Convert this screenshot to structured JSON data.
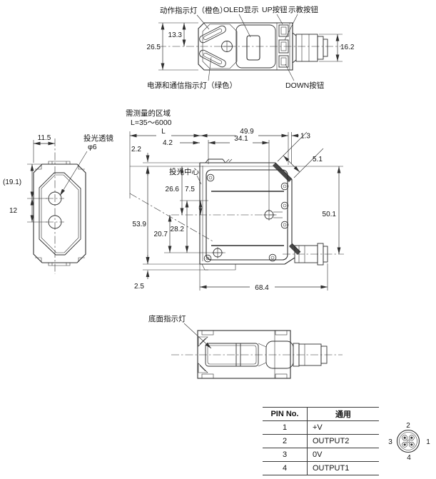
{
  "top_view": {
    "callouts": {
      "operation_indicator": "动作指示灯（橙色）",
      "oled": "OLED显示",
      "up": "UP按钮",
      "teach": "示教按钮",
      "power": "电源和通信指示灯（绿色）",
      "down": "DOWN按钮"
    },
    "dims": {
      "half_height": "13.3",
      "height": "26.5",
      "connector_width": "16.2"
    }
  },
  "measuring_area": {
    "line1": "需测量的区域",
    "line2": "L=35～6000"
  },
  "front_view": {
    "callouts": {
      "lens": "投光透镜",
      "lens_diameter": "φ6"
    },
    "dims": {
      "half_width": "11.5",
      "top_to_lens": "(19.1)",
      "lens_pitch": "12"
    }
  },
  "side_view": {
    "callouts": {
      "emission_center": "投光中心"
    },
    "dims": {
      "distance": "L",
      "top_width": "49.9",
      "rear_offset": "1.3",
      "face_offset": "4.2",
      "face_to_hole": "34.1",
      "top_to_axis": "2.2",
      "chamfer": "5.1",
      "axis_to_hole": "26.6",
      "lens_to_hole": "7.5",
      "height": "53.9",
      "hole_to_bottom_hole": "20.7",
      "lens_to_bottom_hole": "28.2",
      "axis_to_cable": "50.1",
      "bottom_plate": "2.5",
      "total_length": "68.4"
    }
  },
  "bottom_view": {
    "callouts": {
      "bottom_indicator": "底面指示灯"
    }
  },
  "pin_table": {
    "headers": [
      "PIN No.",
      "通用"
    ],
    "rows": [
      [
        "1",
        "+V"
      ],
      [
        "2",
        "OUTPUT2"
      ],
      [
        "3",
        "0V"
      ],
      [
        "4",
        "OUTPUT1"
      ]
    ]
  },
  "connector_diagram": {
    "pin_top": "2",
    "pin_left": "3",
    "pin_right": "1",
    "pin_bottom": "4"
  }
}
